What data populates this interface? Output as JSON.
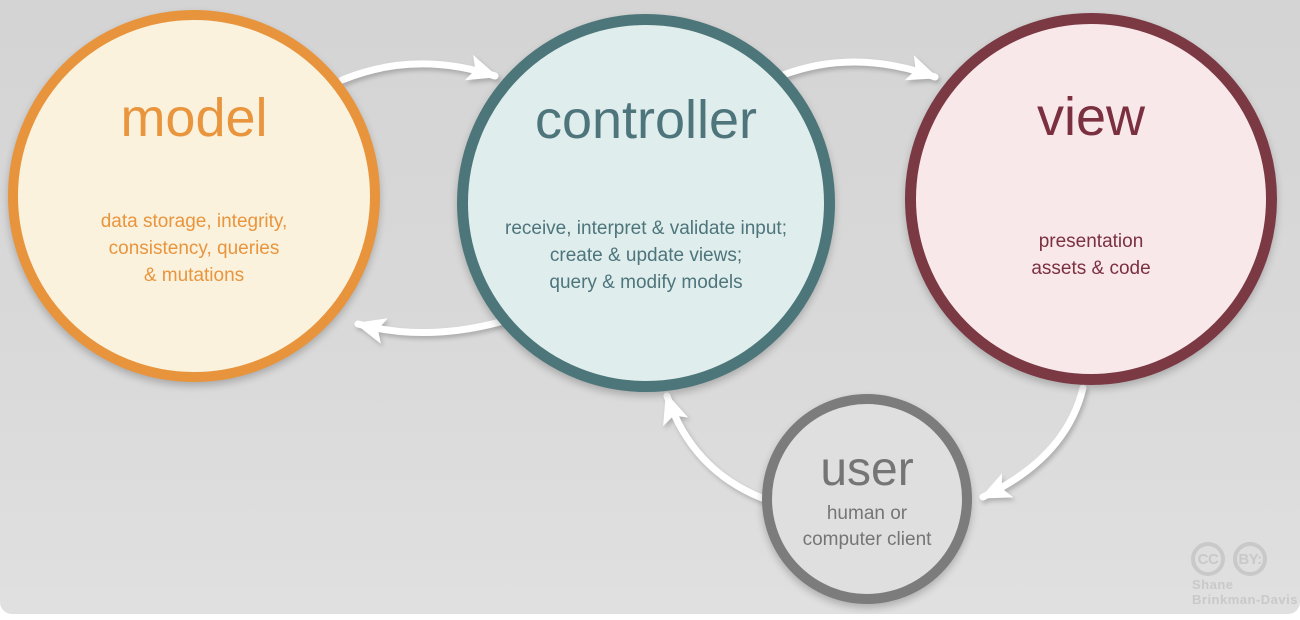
{
  "diagram": {
    "title_semantic": "model-view-controller pattern diagram",
    "background": {
      "color_top": "#d4d4d4",
      "color_bottom": "#e0e0e0",
      "bottom_strip": "#ffffff"
    },
    "arrow_color": "#ffffff",
    "nodes": [
      {
        "id": "model",
        "title": "model",
        "description_lines": [
          "data storage, integrity,",
          "consistency, queries",
          "& mutations"
        ],
        "border_color": "#e8943d",
        "fill_color": "#fbf2dd",
        "text_color": "#e8953e"
      },
      {
        "id": "controller",
        "title": "controller",
        "description_lines": [
          "receive, interpret & validate input;",
          "create & update views;",
          "query & modify models"
        ],
        "border_color": "#4d767a",
        "fill_color": "#dfeeec",
        "text_color": "#4e747c"
      },
      {
        "id": "view",
        "title": "view",
        "description_lines": [
          "presentation",
          "assets & code"
        ],
        "border_color": "#7b3944",
        "fill_color": "#f9e8ea",
        "text_color": "#7b3040"
      },
      {
        "id": "user",
        "title": "user",
        "description_lines": [
          "human or",
          "computer client"
        ],
        "border_color": "#7c7c7c",
        "fill_color": "#dfdfdf",
        "text_color": "#757575"
      }
    ],
    "arrows": [
      {
        "from": "model",
        "to": "controller"
      },
      {
        "from": "controller",
        "to": "view"
      },
      {
        "from": "controller",
        "to": "model"
      },
      {
        "from": "user",
        "to": "controller"
      },
      {
        "from": "view",
        "to": "user"
      }
    ],
    "attribution": {
      "badge_cc": "CC",
      "badge_by": "BY:",
      "author_line1": "Shane",
      "author_line2": "Brinkman-Davis"
    }
  }
}
